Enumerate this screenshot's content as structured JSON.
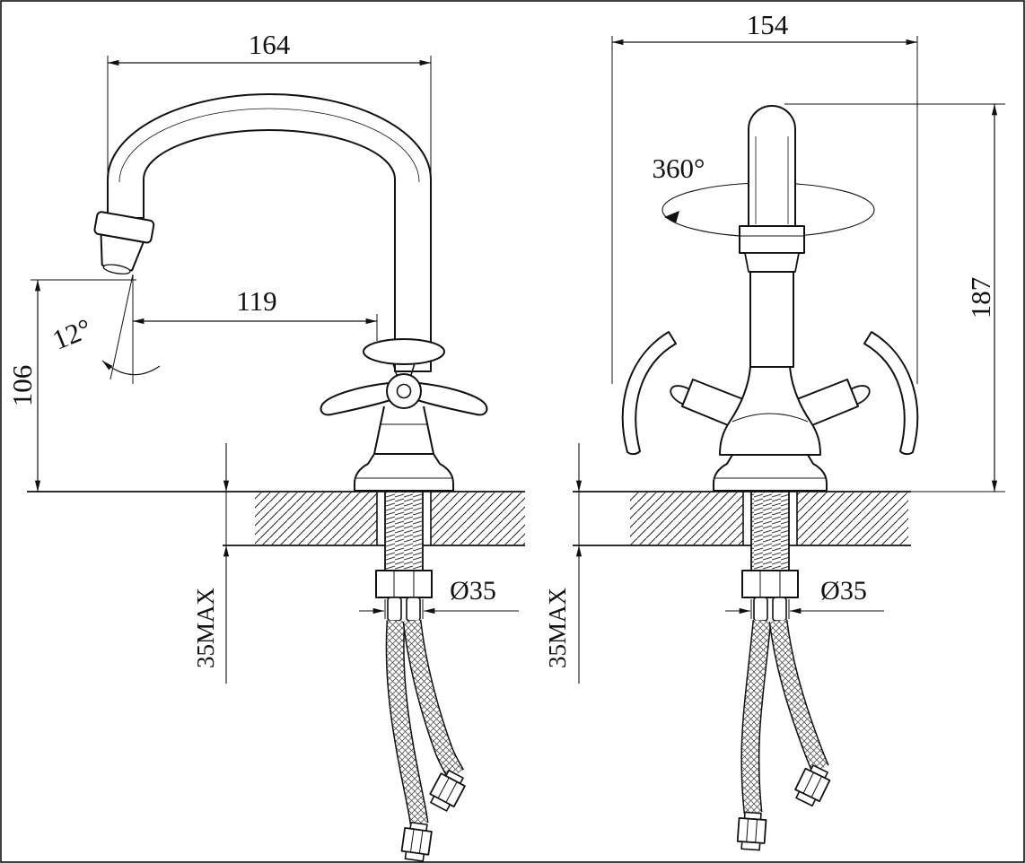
{
  "page": {
    "background": "#ffffff",
    "line_color": "#111111",
    "kind": "faucet installation dimension drawing"
  },
  "views": {
    "side": {
      "name": "side-view",
      "dims": {
        "overall_width": "164",
        "spout_reach": "119",
        "spout_angle": "12°",
        "outlet_height": "106",
        "deck_thickness": "35MAX",
        "shank_diameter": "Ø35"
      }
    },
    "front": {
      "name": "front-view",
      "dims": {
        "overall_width": "154",
        "swivel_angle": "360°",
        "overall_height": "187",
        "deck_thickness": "35MAX",
        "shank_diameter": "Ø35"
      }
    }
  }
}
